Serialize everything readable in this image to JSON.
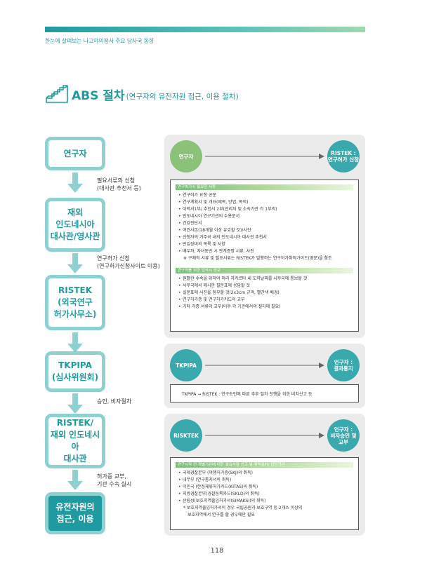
{
  "header": {
    "caption": "한눈에 살펴보는 나고야의정서 주요 당사국 동향",
    "title": "ABS 절차",
    "subtitle": "(연구자의 유전자원 접근, 이용 절차)"
  },
  "flow": {
    "steps": [
      "연구자",
      "재외\n인도네시아\n대사관/영사관",
      "RISTEK\n(외국연구\n허가사무소)",
      "TKPIPA\n(심사위원회)",
      "RISTEK/\n재외 인도네시아\n대사관",
      "유전자원의\n접근, 이용"
    ],
    "notes": [
      "필요서류의 신청\n(대사관 추천서 등)",
      "연구허가 신청\n(연구허가신청사이트 이용)",
      "승인, 비자절차",
      "허가증 교부,\n기관 수속 실시"
    ]
  },
  "panel1": {
    "from": "연구자",
    "to": "RISTEK :\n연구허가 신청",
    "section1_title": "연구허가시 필요한 서류",
    "section1_items": [
      "연구허가 요청 공문",
      "연구계획서 및 개요(제목, 방법, 목적)",
      "이력서1부/ 추천서 2부(관리자 및 소속기관 각 1부씩)",
      "인도네시아 연구기관의 수용문서",
      "건강진단서",
      "여권사본(18개월 이상 유효할 것)/사진",
      "신청자의 거주국 내의 인도네시아 대사관 추천서",
      "반입장비의 목록 및 사양",
      "배우자, 자녀동반 시 관계증명 서류, 사진"
    ],
    "section1_note": "※ 구체적 서류 및 필요서류는 RISTEK가 발행하는 연구허가취득가이드(영문)을 참조",
    "section2_title": "연구자를 위한 입국시 정보",
    "section2_items": [
      "원활한 수속을 위하여 미리 자카르타 내 도착날짜를 사무국에 통보할 것",
      "사무국에서 제시한 질문표에 응답할 것",
      "실문표에 사진을 첨부할 것(2x3cm 규격, 빨간색 배경)",
      "연구허가증 및 연구허가카드의 교부",
      "기타 각종 서류의 교부(이후 각 기관에서의 절차에 필요)"
    ]
  },
  "panel2": {
    "from": "TKPIPA",
    "to": "연구자 :\n결과통지",
    "text": "TKPIPA → RISTEK : 연구승인에 따른 추후 절차 진행을 위한 비자신고 등"
  },
  "panel3": {
    "from": "RISKTEK",
    "to": "연구자 :\n비자승인 및\n교부",
    "section_title": "연구시작 전 개별기관에 대한 필요사항 신고 및 취득절차/ 담당기관",
    "items": [
      "국제경찰본부 (여행허가증(SKJ)의 취득)",
      "내무부 (연구통지서의 취득)",
      "이민국 (한정체류허가카드(KITAS)의 취득)",
      "지방경찰본부(경찰등록카드(SKLD)의 취득)",
      "산림성(보호지역출입허가서(SIMAKSI)의 취득)"
    ],
    "note_lines": [
      "* 보호지역출입허가서의 경우 국립공원과 보호구역 등 2개소 이상의",
      "보호지역에서 연구를 할 경우에만 필요"
    ]
  },
  "page": {
    "number": "118"
  },
  "colors": {
    "teal": "#1f9aa0",
    "light_teal": "#8fd1d1",
    "green": "#8cc17a",
    "panel_gray": "#ebebeb"
  },
  "icons": {
    "title_icon": "stairs-icon",
    "flow_arrow": "arrow-down-icon",
    "panel_arrow": "arrow-right-icon"
  }
}
